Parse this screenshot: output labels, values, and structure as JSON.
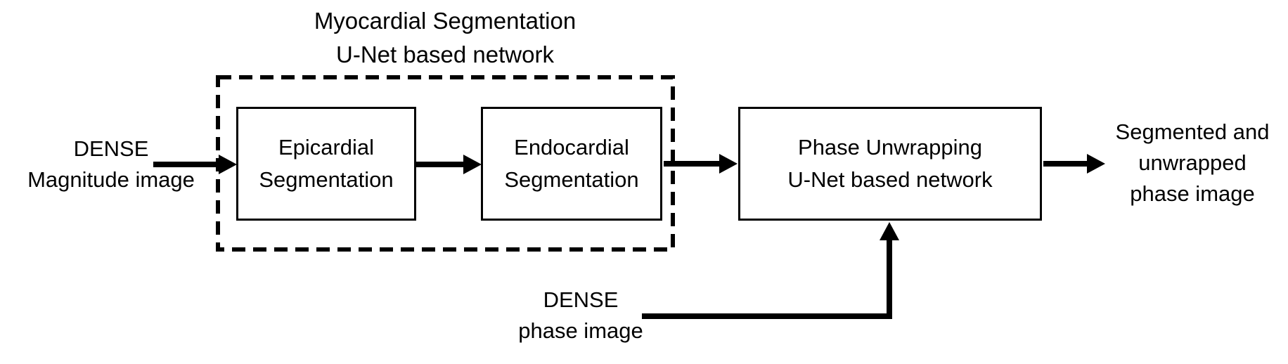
{
  "title": {
    "line1": "Myocardial Segmentation",
    "line2": "U-Net based network"
  },
  "boxes": {
    "epicardial": {
      "line1": "Epicardial",
      "line2": "Segmentation"
    },
    "endocardial": {
      "line1": "Endocardial",
      "line2": "Segmentation"
    },
    "phase_unwrapping": {
      "line1": "Phase Unwrapping",
      "line2": "U-Net based network"
    }
  },
  "labels": {
    "input": {
      "line1": "DENSE",
      "line2": "Magnitude image"
    },
    "phase_input": {
      "line1": "DENSE",
      "line2": "phase image"
    },
    "output": {
      "line1": "Segmented and",
      "line2": "unwrapped",
      "line3": "phase image"
    }
  },
  "colors": {
    "ink": "#000000",
    "background": "#ffffff"
  }
}
